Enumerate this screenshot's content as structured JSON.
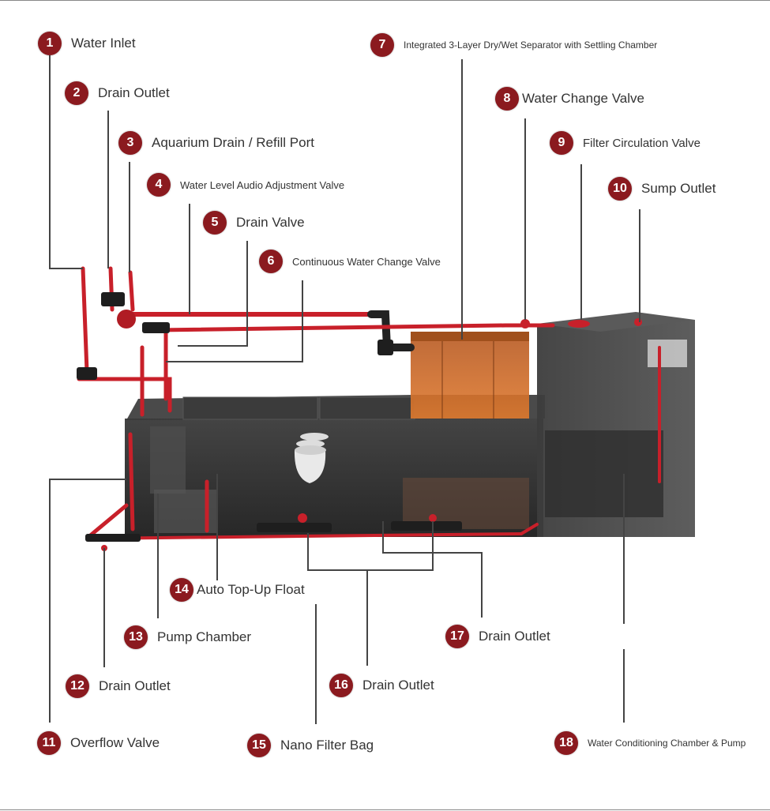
{
  "callouts": [
    {
      "n": "1",
      "text": "Water Inlet"
    },
    {
      "n": "2",
      "text": "Drain Outlet"
    },
    {
      "n": "3",
      "text": "Aquarium Drain / Refill Port"
    },
    {
      "n": "4",
      "text": "Water Level Audio Adjustment Valve"
    },
    {
      "n": "5",
      "text": "Drain Valve"
    },
    {
      "n": "6",
      "text": "Continuous Water Change Valve"
    },
    {
      "n": "7",
      "text": "Integrated 3-Layer Dry/Wet Separator with Settling Chamber"
    },
    {
      "n": "8",
      "text": "Water Change Valve"
    },
    {
      "n": "9",
      "text": "Filter Circulation Valve"
    },
    {
      "n": "10",
      "text": "Sump Outlet"
    },
    {
      "n": "11",
      "text": "Overflow Valve"
    },
    {
      "n": "12",
      "text": "Drain Outlet"
    },
    {
      "n": "13",
      "text": "Pump Chamber"
    },
    {
      "n": "14",
      "text": "Auto Top-Up Float"
    },
    {
      "n": "15",
      "text": "Nano Filter Bag"
    },
    {
      "n": "16",
      "text": "Drain Outlet"
    },
    {
      "n": "17",
      "text": "Drain Outlet"
    },
    {
      "n": "18",
      "text": "Water Conditioning Chamber & Pump"
    }
  ],
  "colors": {
    "badge": "#8b1a1f",
    "pipe": "#c8202a",
    "tank_glass": "#2b2b2b",
    "separator_glow": "#d2691e",
    "leader_line": "#444444"
  }
}
